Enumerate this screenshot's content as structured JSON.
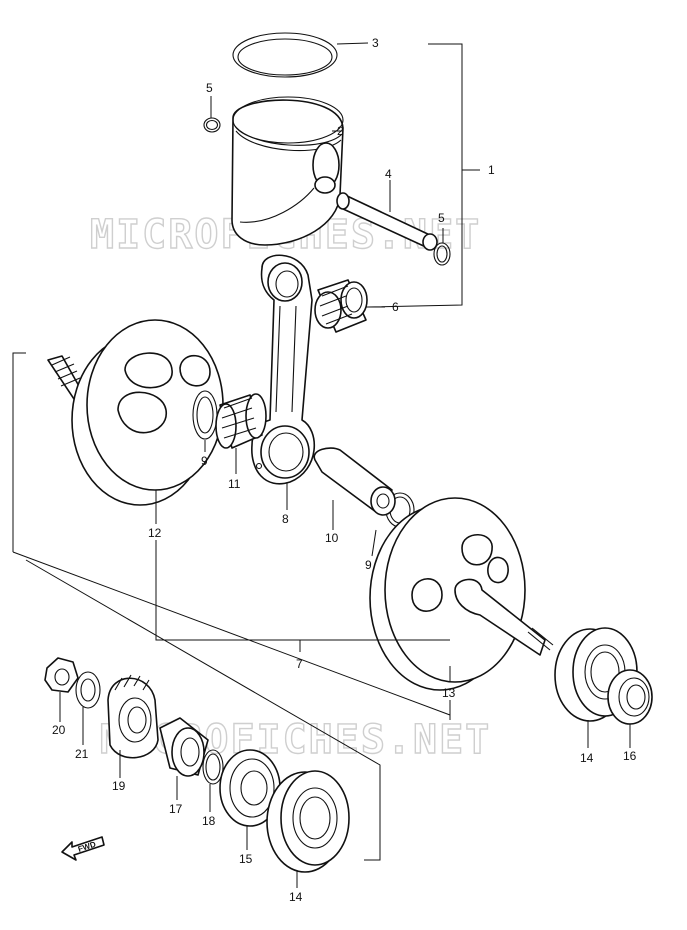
{
  "watermarks": [
    "MICROFICHES.NET",
    "MICROFICHES.NET"
  ],
  "direction_marker": "FWD",
  "callouts": [
    {
      "id": "1",
      "label": "1"
    },
    {
      "id": "2",
      "label": "2"
    },
    {
      "id": "3",
      "label": "3"
    },
    {
      "id": "4",
      "label": "4"
    },
    {
      "id": "5a",
      "label": "5"
    },
    {
      "id": "5b",
      "label": "5"
    },
    {
      "id": "6",
      "label": "6"
    },
    {
      "id": "7",
      "label": "7"
    },
    {
      "id": "8",
      "label": "8"
    },
    {
      "id": "9a",
      "label": "9"
    },
    {
      "id": "9b",
      "label": "9"
    },
    {
      "id": "10",
      "label": "10"
    },
    {
      "id": "11",
      "label": "11"
    },
    {
      "id": "12",
      "label": "12"
    },
    {
      "id": "13",
      "label": "13"
    },
    {
      "id": "14a",
      "label": "14"
    },
    {
      "id": "14b",
      "label": "14"
    },
    {
      "id": "15",
      "label": "15"
    },
    {
      "id": "16",
      "label": "16"
    },
    {
      "id": "17",
      "label": "17"
    },
    {
      "id": "18",
      "label": "18"
    },
    {
      "id": "19",
      "label": "19"
    },
    {
      "id": "20",
      "label": "20"
    },
    {
      "id": "21",
      "label": "21"
    }
  ]
}
